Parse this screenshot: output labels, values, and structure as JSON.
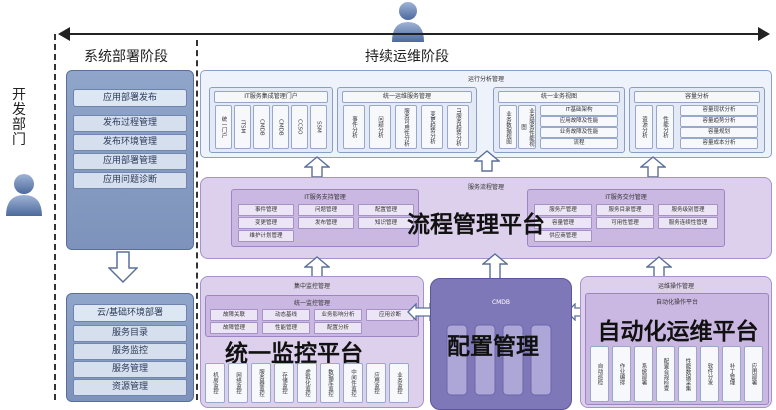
{
  "header": {
    "deploy_stage": "系统部署阶段",
    "ops_stage": "持续运维阶段"
  },
  "side": {
    "dev_dept": "开发部门"
  },
  "left_top": {
    "title": "应用部署发布",
    "items": [
      "发布过程管理",
      "发布环境管理",
      "应用部署管理",
      "应用问题诊断"
    ]
  },
  "left_bottom": {
    "title": "云/基础环境部署",
    "items": [
      "服务目录",
      "服务监控",
      "服务管理",
      "资源管理"
    ]
  },
  "analysis": {
    "title": "运行分析管理",
    "it_portal": {
      "title": "IT服务集成管理门户",
      "items": [
        "统一门户",
        "ITSM",
        "CMDB",
        "CMDB",
        "CCSO",
        "SSM"
      ]
    },
    "unified_view": {
      "title": "统一运维服务管理",
      "items": [
        "事件分析",
        "问题分析",
        "服务可用性分析",
        "变更趋势分析",
        "IT服务趋势分析"
      ]
    },
    "biz_view": {
      "title": "统一业务视图",
      "left": [
        "业务数据视图",
        "业务服务性能视图"
      ],
      "items": [
        "IT基础架构",
        "应用故障及性能",
        "业务故障及性能",
        "流程"
      ]
    },
    "capacity": {
      "title": "容量分析",
      "left": [
        "资源分析",
        "性能分析"
      ],
      "items": [
        "容量现状分析",
        "容量趋势分析",
        "容量规划",
        "容量成本分析"
      ]
    }
  },
  "process": {
    "title": "服务流程管理",
    "big_label": "流程管理平台",
    "it_support": {
      "title": "IT服务支持管理",
      "rows": [
        [
          "事件管理",
          "问题管理",
          "配置管理"
        ],
        [
          "变更管理",
          "发布管理",
          "知识管理"
        ],
        [
          "维护计划管理"
        ]
      ]
    },
    "it_delivery": {
      "title": "IT服务交付管理",
      "rows": [
        [
          "服务产管理",
          "服务目录管理",
          "服务级别管理"
        ],
        [
          "容量管理",
          "可用性管理",
          "服务连续性管理"
        ],
        [
          "供应商管理"
        ]
      ]
    }
  },
  "monitor": {
    "title": "集中监控管理",
    "big_label": "统一监控平台",
    "unified_title": "统一监控管理",
    "rows": [
      [
        "故障关联",
        "动态基线",
        "业务影响分析",
        "应用诊断"
      ],
      [
        "故障管理",
        "性能管理",
        "配置分析"
      ]
    ],
    "bottom_items": [
      "机房监控",
      "网络监控",
      "服务器监控",
      "存储监控",
      "虚拟化监控",
      "数据库监控",
      "中间件监控",
      "应用监控",
      "业务监控"
    ]
  },
  "cmdb": {
    "title": "CMDB",
    "big_label": "配置管理"
  },
  "automation": {
    "title": "运维操作管理",
    "sub_title": "自动化操作平台",
    "big_label": "自动化运维平台",
    "items": [
      "自动巡检",
      "作业编排",
      "系统部署",
      "配置合规检查",
      "性能数据采集",
      "软件分发",
      "补丁管理",
      "应用部署"
    ]
  },
  "colors": {
    "blue_panel": "#8fa5c9",
    "purple_panel": "#ddd0ec",
    "accent_line": "#222222"
  }
}
